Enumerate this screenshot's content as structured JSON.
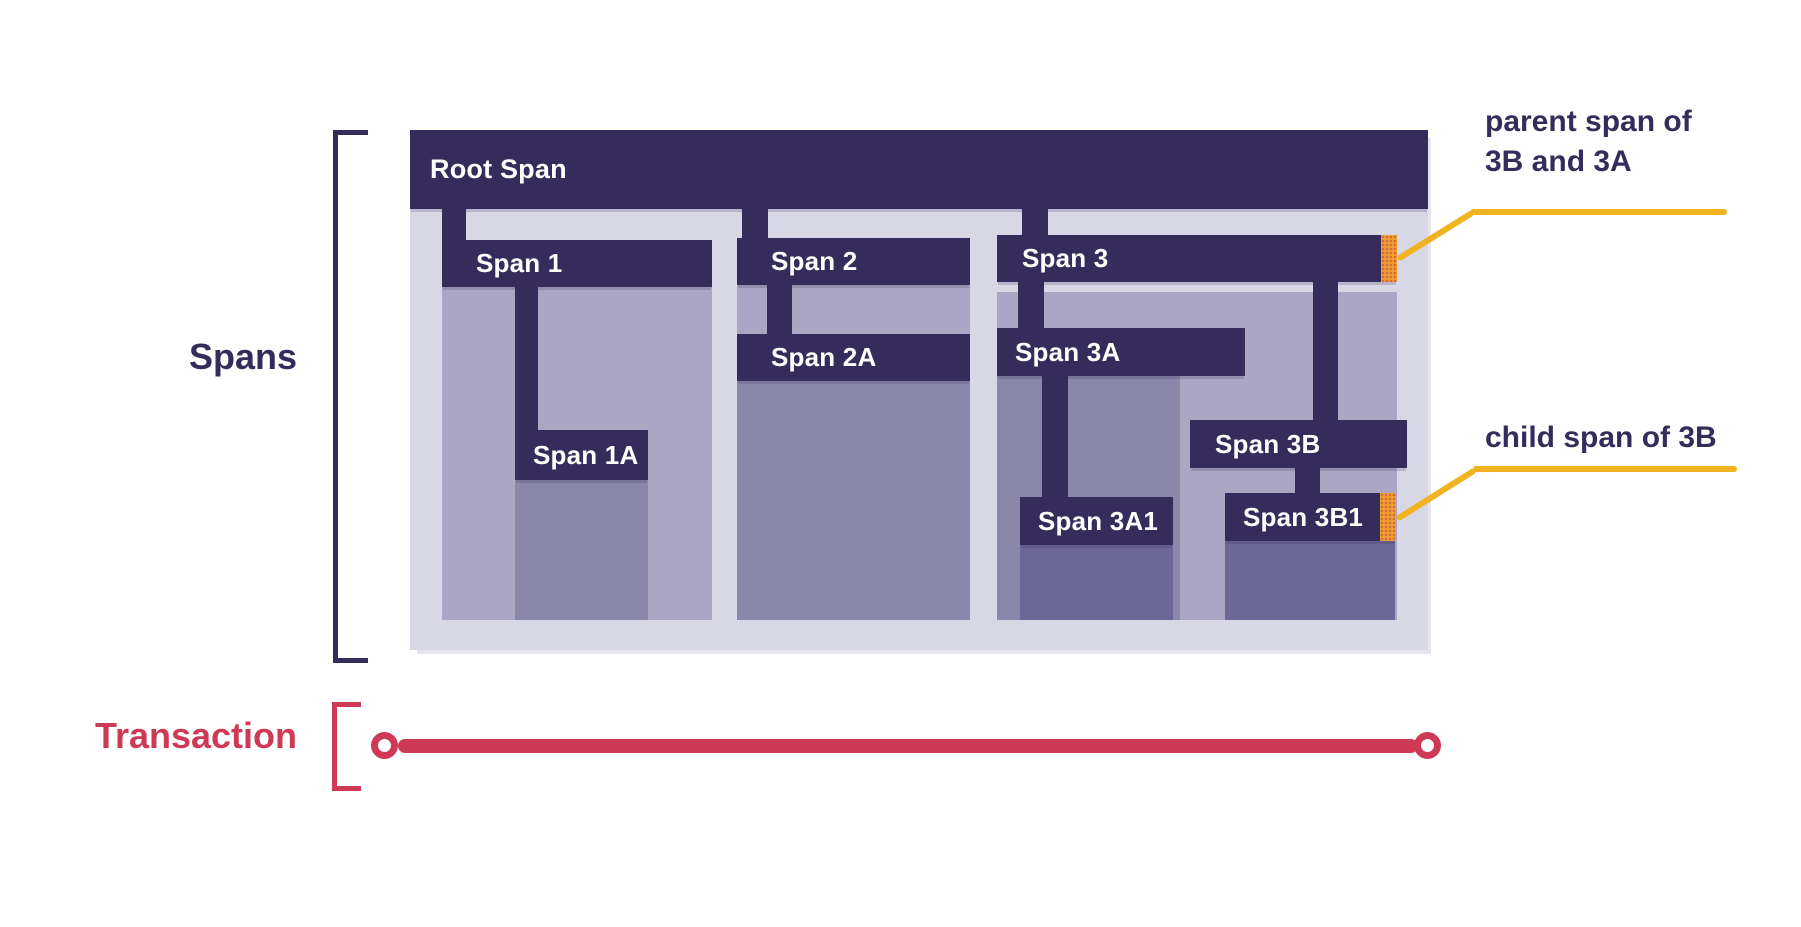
{
  "sidebar": {
    "spans_label": "Spans",
    "transaction_label": "Transaction"
  },
  "spans": {
    "root": {
      "label": "Root Span"
    },
    "s1": {
      "label": "Span 1"
    },
    "s1a": {
      "label": "Span 1A"
    },
    "s2": {
      "label": "Span 2"
    },
    "s2a": {
      "label": "Span 2A"
    },
    "s3": {
      "label": "Span 3"
    },
    "s3a": {
      "label": "Span 3A"
    },
    "s3a1": {
      "label": "Span 3A1"
    },
    "s3b": {
      "label": "Span 3B"
    },
    "s3b1": {
      "label": "Span 3B1"
    }
  },
  "annotations": {
    "parent_span": {
      "line1": "parent span of",
      "line2": "3B and 3A"
    },
    "child_span": {
      "text": "child span of 3B"
    }
  },
  "colors": {
    "dark_purple": "#352C5C",
    "lavender": "#D8D7E5",
    "light_purple": "#AAA6C3",
    "medium_purple": "#8B87AB",
    "deep_purple": "#6C6797",
    "orange": "#F0A12F",
    "yellow": "#F0B321",
    "red": "#CE3A56",
    "label_text": "#FFFFFF"
  }
}
